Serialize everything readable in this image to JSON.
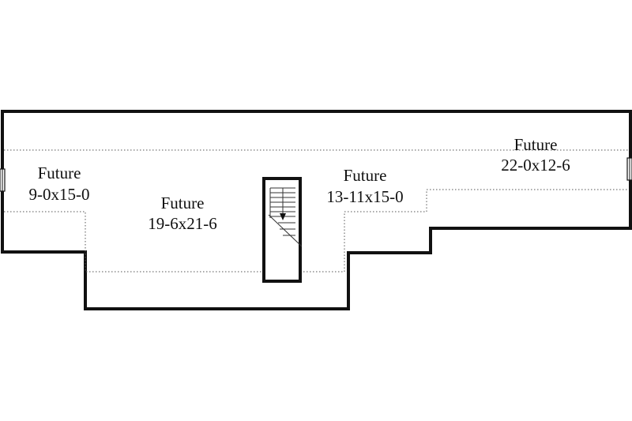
{
  "rooms": [
    {
      "id": "left-wing",
      "name": "Future",
      "dimensions": "9-0x15-0"
    },
    {
      "id": "center-left",
      "name": "Future",
      "dimensions": "19-6x21-6"
    },
    {
      "id": "center-right",
      "name": "Future",
      "dimensions": "13-11x15-0"
    },
    {
      "id": "right-wing",
      "name": "Future",
      "dimensions": "22-0x12-6"
    }
  ],
  "colors": {
    "wall": "#111111",
    "dotted_line": "#555555",
    "background": "#ffffff"
  }
}
